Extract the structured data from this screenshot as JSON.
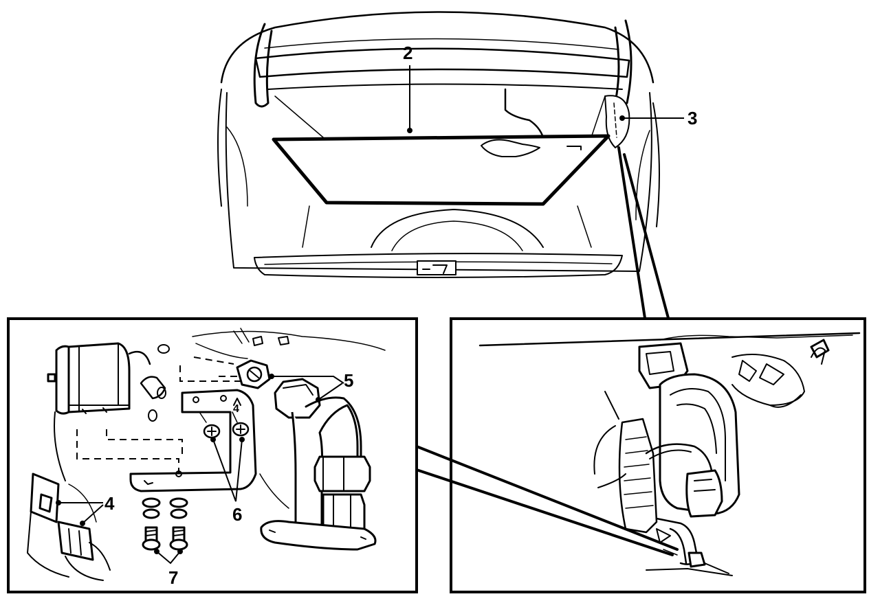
{
  "callouts": {
    "c2": "2",
    "c3": "3",
    "c4a": "4",
    "c4b": "4",
    "c5": "5",
    "c6": "6",
    "c7": "7"
  },
  "colors": {
    "ink": "#000000",
    "paper": "#ffffff"
  }
}
